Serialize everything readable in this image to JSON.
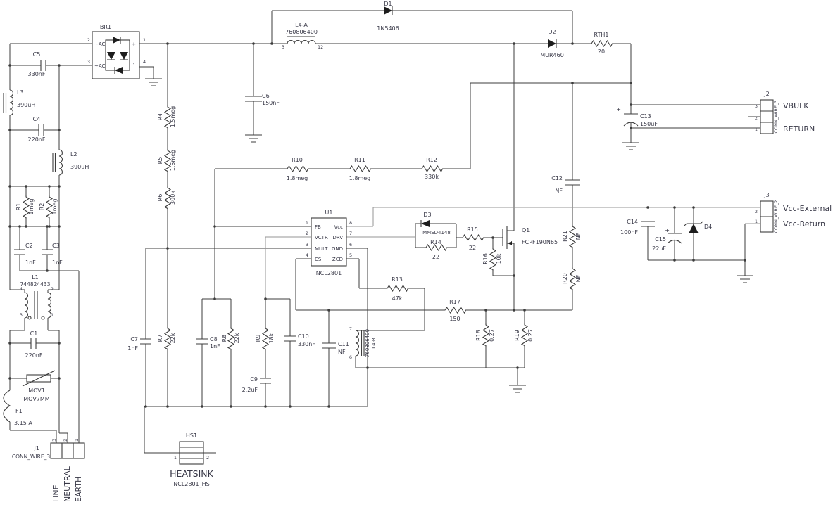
{
  "c": {
    "br1": {
      "ref": "BR1",
      "ac": "~AC",
      "plus": "+",
      "minus": "-",
      "p1": "1",
      "p2": "2",
      "p3": "3",
      "p4": "4"
    },
    "c5": {
      "ref": "C5",
      "val": "330nF"
    },
    "l3": {
      "ref": "L3",
      "val": "390uH"
    },
    "c4": {
      "ref": "C4",
      "val": "220nF"
    },
    "l2": {
      "ref": "L2",
      "val": "390uH"
    },
    "r1": {
      "ref": "R1",
      "val": "1meg"
    },
    "r2": {
      "ref": "R2",
      "val": "1meg"
    },
    "c2": {
      "ref": "C2",
      "val": "1nF"
    },
    "c3": {
      "ref": "C3",
      "val": "1nF"
    },
    "l1": {
      "ref": "L1",
      "val": "744824433",
      "p4": "4",
      "p2": "2",
      "p3": "3",
      "p1": "1"
    },
    "c1": {
      "ref": "C1",
      "val": "220nF"
    },
    "mov1": {
      "ref": "MOV1",
      "val": "MOV7MM"
    },
    "f1": {
      "ref": "F1",
      "val": "3.15 A"
    },
    "j1": {
      "ref": "J1",
      "val": "CONN_WIRE_3",
      "p3": "3",
      "p2": "2",
      "p1": "1",
      "line": "LINE",
      "neutral": "NEUTRAL",
      "earth": "EARTH"
    },
    "r4": {
      "ref": "R4",
      "val": "1.5meg"
    },
    "r5": {
      "ref": "R5",
      "val": "1.5meg"
    },
    "r6": {
      "ref": "R6",
      "val": "300k"
    },
    "d1": {
      "ref": "D1",
      "val": "1N5406"
    },
    "l4a": {
      "ref": "L4-A",
      "val": "760806400",
      "p3": "3",
      "p12": "12"
    },
    "c6": {
      "ref": "C6",
      "val": "150nF"
    },
    "d2": {
      "ref": "D2",
      "val": "MUR460"
    },
    "rth1": {
      "ref": "RTH1",
      "val": "20"
    },
    "c13": {
      "ref": "C13",
      "val": "150uF",
      "plus": "+"
    },
    "j2": {
      "ref": "J2",
      "val": "CONN_WIRE_3",
      "p3": "3",
      "p2": "2",
      "p1": "1",
      "vbulk": "VBULK",
      "ret": "RETURN"
    },
    "r10": {
      "ref": "R10",
      "val": "1.8meg"
    },
    "r11": {
      "ref": "R11",
      "val": "1.8meg"
    },
    "r12": {
      "ref": "R12",
      "val": "330k"
    },
    "u1": {
      "ref": "U1",
      "val": "NCL2801",
      "fb": "FB",
      "vctr": "VCTR",
      "mult": "MULT",
      "cs": "CS",
      "vcc": "Vcc",
      "drv": "DRV",
      "gnd": "GND",
      "zcd": "ZCD",
      "p1": "1",
      "p2": "2",
      "p3": "3",
      "p4": "4",
      "p5": "5",
      "p6": "6",
      "p7": "7",
      "p8": "8"
    },
    "d3": {
      "ref": "D3",
      "val": "MMSD4148"
    },
    "r14": {
      "ref": "R14",
      "val": "22"
    },
    "r15": {
      "ref": "R15",
      "val": "22"
    },
    "r16": {
      "ref": "R16",
      "val": "10k"
    },
    "q1": {
      "ref": "Q1",
      "val": "FCPF190N65"
    },
    "c12": {
      "ref": "C12",
      "val": "NF"
    },
    "r21": {
      "ref": "R21",
      "val": "NF"
    },
    "r20": {
      "ref": "R20",
      "val": "NF"
    },
    "c14": {
      "ref": "C14",
      "val": "100nF"
    },
    "c15": {
      "ref": "C15",
      "val": "22uF",
      "plus": "+"
    },
    "d4": {
      "ref": "D4"
    },
    "j3": {
      "ref": "J3",
      "val": "CONN_WIRE_2",
      "p2": "2",
      "p1": "1",
      "ext": "Vcc-External",
      "ret": "Vcc-Return"
    },
    "c7": {
      "ref": "C7",
      "val": "1nF"
    },
    "r7": {
      "ref": "R7",
      "val": "22k"
    },
    "c8": {
      "ref": "C8",
      "val": "1nF"
    },
    "r8": {
      "ref": "R8",
      "val": "22k"
    },
    "r9": {
      "ref": "R9",
      "val": "18k"
    },
    "c10": {
      "ref": "C10",
      "val": "330nF"
    },
    "c9": {
      "ref": "C9",
      "val": "2.2uF"
    },
    "c11": {
      "ref": "C11",
      "val": "NF"
    },
    "r13": {
      "ref": "R13",
      "val": "47k"
    },
    "r17": {
      "ref": "R17",
      "val": "150"
    },
    "l4b": {
      "ref": "L4-B",
      "val": "760806400",
      "p7": "7",
      "p6": "6"
    },
    "r18": {
      "ref": "R18",
      "val": "0.27"
    },
    "r19": {
      "ref": "R19",
      "val": "0.27"
    },
    "hs1": {
      "ref": "HS1",
      "name": "HEATSINK",
      "val": "NCL2801_HS",
      "p1": "1",
      "p2": "2"
    }
  }
}
